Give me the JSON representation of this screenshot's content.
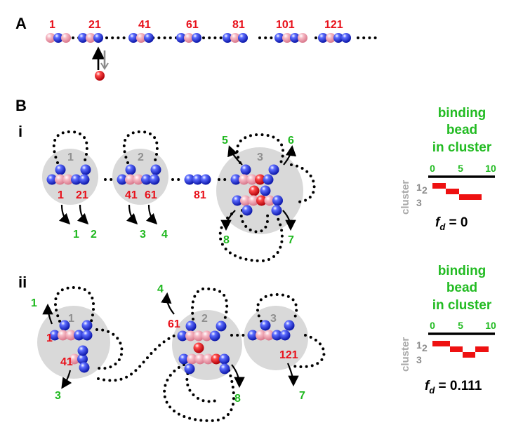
{
  "colors": {
    "bead_blue": "#2030e0",
    "bead_pink": "#f2a2b2",
    "bead_red": "#ea1a22",
    "cluster_gray": "#d8d8d8",
    "label_red": "#e8111b",
    "label_green": "#1fb81f",
    "label_gray": "#8f8f8f",
    "bar_red": "#ee1111"
  },
  "panel_a": {
    "letter": "A",
    "bead_labels": [
      "1",
      "21",
      "41",
      "61",
      "81",
      "101",
      "121"
    ]
  },
  "panel_b": {
    "letter": "B",
    "sub_i": {
      "letter": "i",
      "cluster_numbers": [
        "1",
        "2",
        "3"
      ],
      "red_labels": [
        "1",
        "21",
        "41",
        "61",
        "81"
      ],
      "green_labels": [
        "5",
        "6",
        "1",
        "2",
        "3",
        "4",
        "8",
        "7"
      ],
      "side": {
        "title_lines": [
          "binding",
          "bead",
          "in cluster"
        ],
        "axis_ticks": [
          "0",
          "5",
          "10"
        ],
        "y_label": "cluster",
        "cluster_ids": [
          "1",
          "2",
          "3"
        ],
        "fd_symbol": "f",
        "fd_subscript": "d",
        "fd_value": " = 0"
      }
    },
    "sub_ii": {
      "letter": "ii",
      "cluster_numbers": [
        "1",
        "2",
        "3"
      ],
      "red_labels": [
        "1",
        "41",
        "61",
        "121"
      ],
      "green_labels": [
        "1",
        "3",
        "4",
        "8",
        "7"
      ],
      "side": {
        "title_lines": [
          "binding",
          "bead",
          "in cluster"
        ],
        "axis_ticks": [
          "0",
          "5",
          "10"
        ],
        "y_label": "cluster",
        "cluster_ids": [
          "1",
          "2",
          "3"
        ],
        "fd_symbol": "f",
        "fd_subscript": "d",
        "fd_value": " = 0.111"
      }
    }
  }
}
